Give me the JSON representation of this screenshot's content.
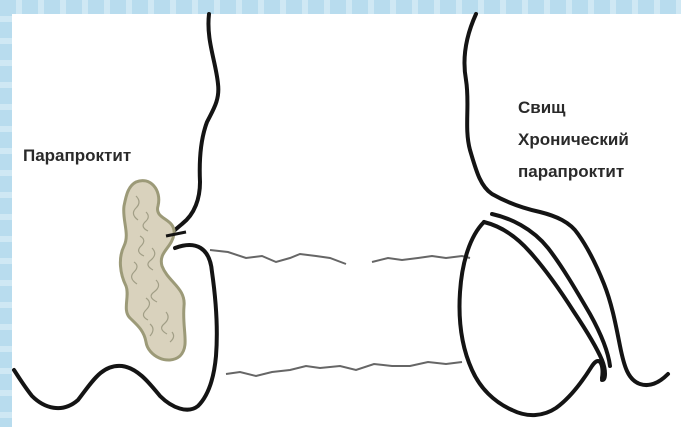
{
  "labels": {
    "left": "Парапроктит",
    "right": [
      "Свищ",
      "Хронический",
      "парапроктит"
    ]
  },
  "colors": {
    "frame": "#bfe0ef",
    "outline": "#141414",
    "abscess_fill": "#d9d2bd",
    "abscess_border": "#9c9a78",
    "canal_line": "#666666"
  }
}
